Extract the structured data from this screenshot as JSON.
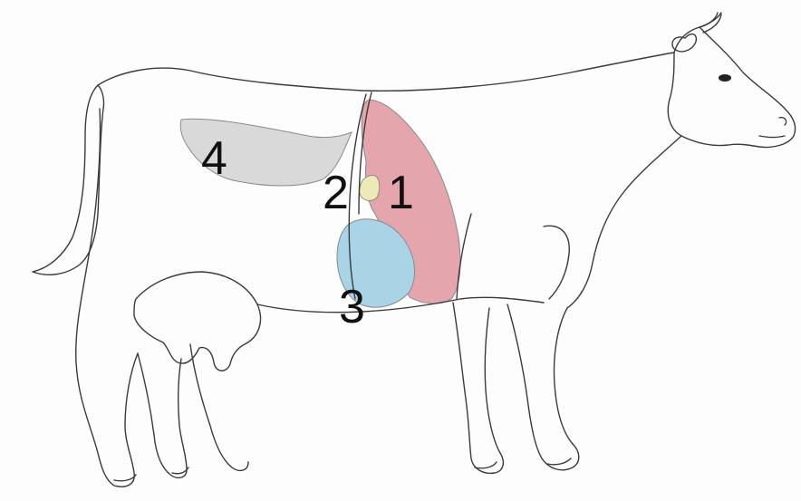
{
  "labels": {
    "organ_1": "1",
    "organ_2": "2",
    "organ_3": "3",
    "organ_4": "4"
  },
  "colors": {
    "background": "#ffffff",
    "outline": "#3a3a3a",
    "organ_1_fill": "#e5a5ad",
    "organ_2_fill": "#ecebb3",
    "organ_3_fill": "#a9d4e6",
    "organ_4_fill": "#d9d9d9"
  }
}
